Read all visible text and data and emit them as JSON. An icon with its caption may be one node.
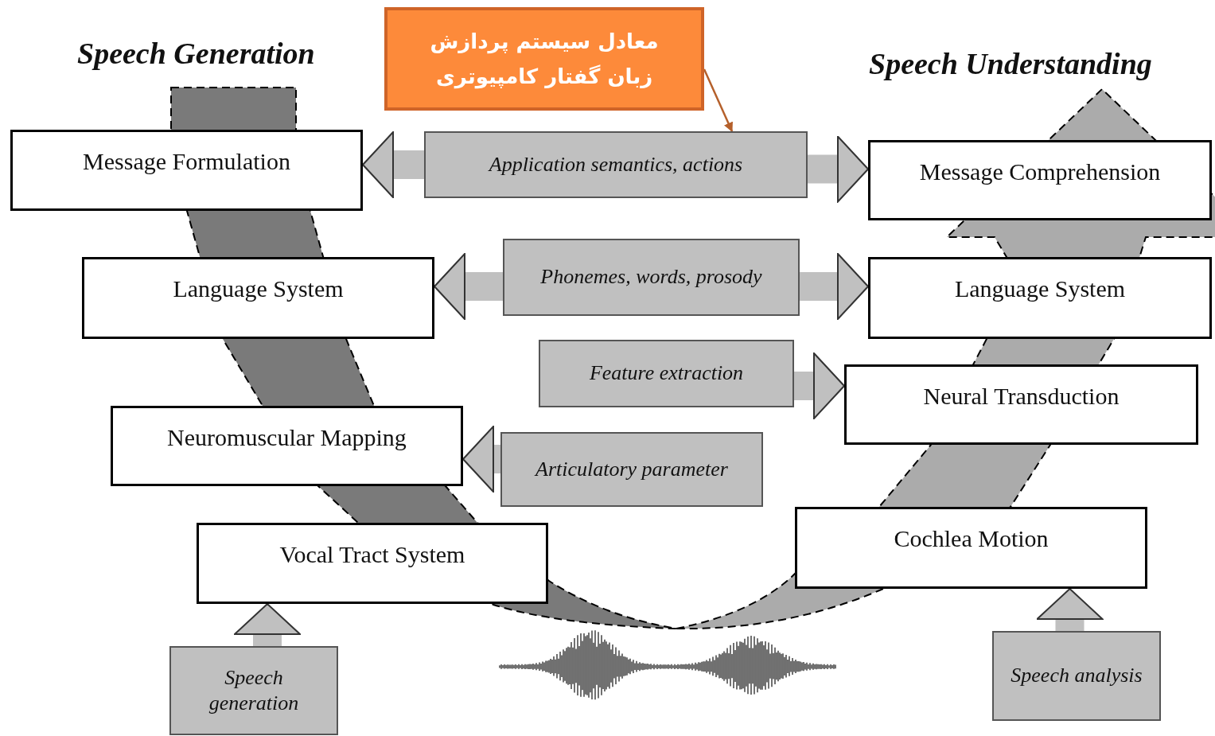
{
  "diagram": {
    "nodes": [
      {
        "text": [
          "معادل سیستم پردازش زبان گفتار کامپیوتری"
        ]
      },
      {
        "text": [
          "Message Formulation"
        ]
      },
      {
        "text": [
          "Application semantics, actions"
        ]
      },
      {
        "text": [
          "Message Comprehension"
        ]
      },
      {
        "text": [
          "Language System"
        ]
      },
      {
        "text": [
          "Phonemes, words, prosody"
        ]
      },
      {
        "text": [
          "Language System"
        ]
      },
      {
        "text": [
          "Feature extraction"
        ]
      },
      {
        "text": [
          "Neuromuscular Mapping"
        ]
      },
      {
        "text": [
          "Neural Transduction"
        ]
      },
      {
        "text": [
          "Articulatory parameter"
        ]
      },
      {
        "text": [
          "Vocal Tract System"
        ]
      },
      {
        "text": [
          "Cochlea Motion"
        ]
      },
      {
        "text": [
          "Speech generation"
        ]
      },
      {
        "text": [
          "Speech analysis"
        ]
      }
    ],
    "edges": [
      {
        "from": 0,
        "to": 2,
        "arrow": "to",
        "color": "#b5602b"
      },
      {
        "from": 2,
        "to": 1,
        "arrow": "to"
      },
      {
        "from": 2,
        "to": 3,
        "arrow": "to"
      },
      {
        "from": 5,
        "to": 4,
        "arrow": "to"
      },
      {
        "from": 5,
        "to": 6,
        "arrow": "to"
      },
      {
        "from": 7,
        "to": 9,
        "arrow": "to"
      },
      {
        "from": 10,
        "to": 8,
        "arrow": "to"
      },
      {
        "from": 13,
        "to": 11,
        "arrow": "to"
      },
      {
        "from": 14,
        "to": 12,
        "arrow": "to"
      }
    ],
    "labels": [
      "Speech Generation",
      "Speech Understanding"
    ]
  }
}
